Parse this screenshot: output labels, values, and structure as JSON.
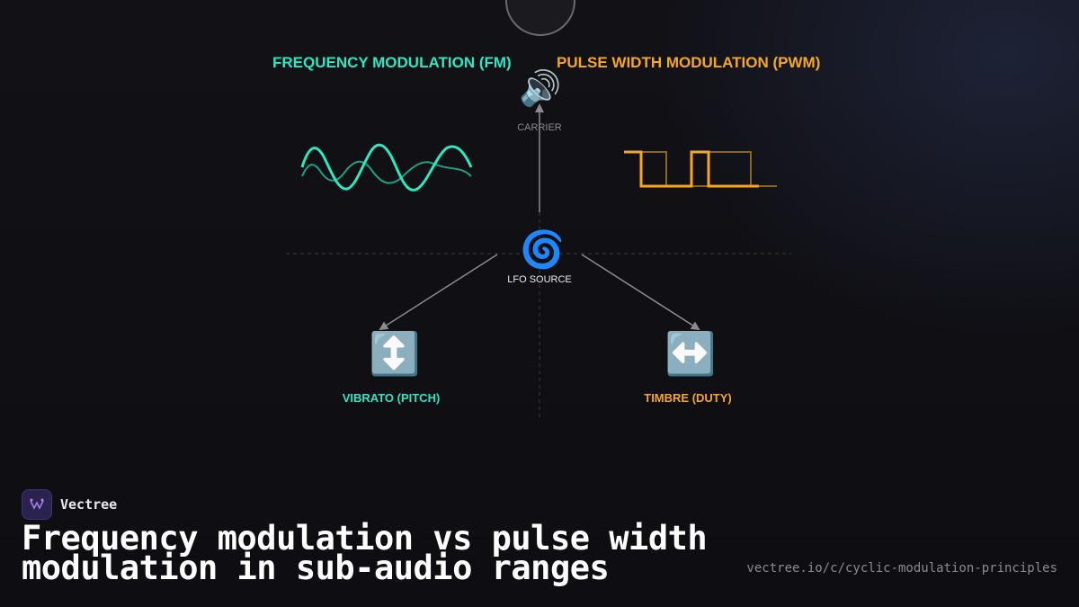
{
  "diagram": {
    "fm_title": "FREQUENCY MODULATION (FM)",
    "pwm_title": "PULSE WIDTH MODULATION (PWM)",
    "nodes": {
      "carrier": {
        "label": "CARRIER",
        "icon": "speaker-icon"
      },
      "lfo": {
        "label": "LFO SOURCE",
        "icon": "cyclone-icon"
      },
      "vibrato": {
        "label": "VIBRATO (PITCH)",
        "icon": "up-down-arrow-icon"
      },
      "timbre": {
        "label": "TIMBRE (DUTY)",
        "icon": "left-right-arrow-icon"
      }
    }
  },
  "brand": {
    "name": "Vectree"
  },
  "headline": "Frequency modulation vs pulse width modulation in sub-audio ranges",
  "url": "vectree.io/c/cyclic-modulation-principles",
  "colors": {
    "fm": "#2ee6c0",
    "pwm": "#f5a623",
    "background": "#111116",
    "connector": "#8a8a8f"
  }
}
